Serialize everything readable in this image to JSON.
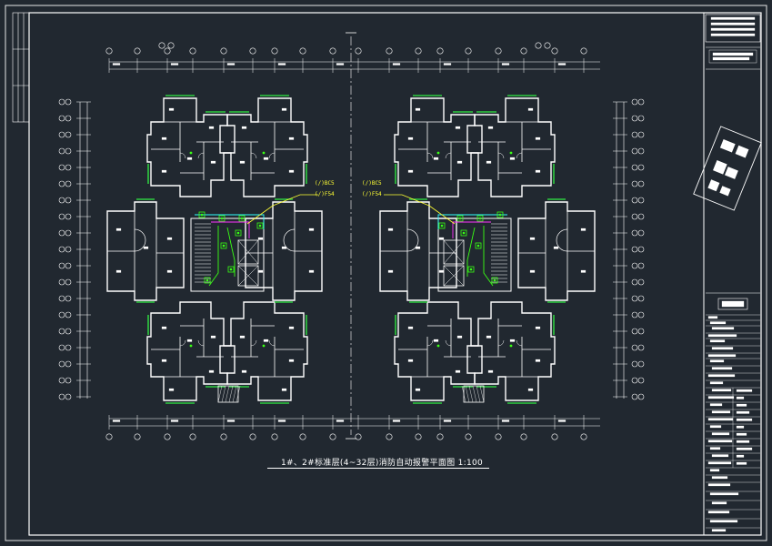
{
  "drawing": {
    "title": "1#、2#标准层(4~32层)消防自动报警平面图  1:100",
    "callouts": {
      "left_upper": "(/)BC5",
      "left_lower": "(/)F54",
      "right_upper": "(/)BC5",
      "right_lower": "(/)F54"
    }
  },
  "colors": {
    "background": "#212830",
    "linework": "#ffffff",
    "balcony": "#2ecc40",
    "fire_alarm": "#39ff14",
    "wiring_yellow": "#ffff33",
    "wiring_magenta": "#ff33ff",
    "wiring_cyan": "#33ffff"
  },
  "icons": [
    "north-arrow-icon",
    "key-plan-icon",
    "smoke-detector-icon"
  ]
}
